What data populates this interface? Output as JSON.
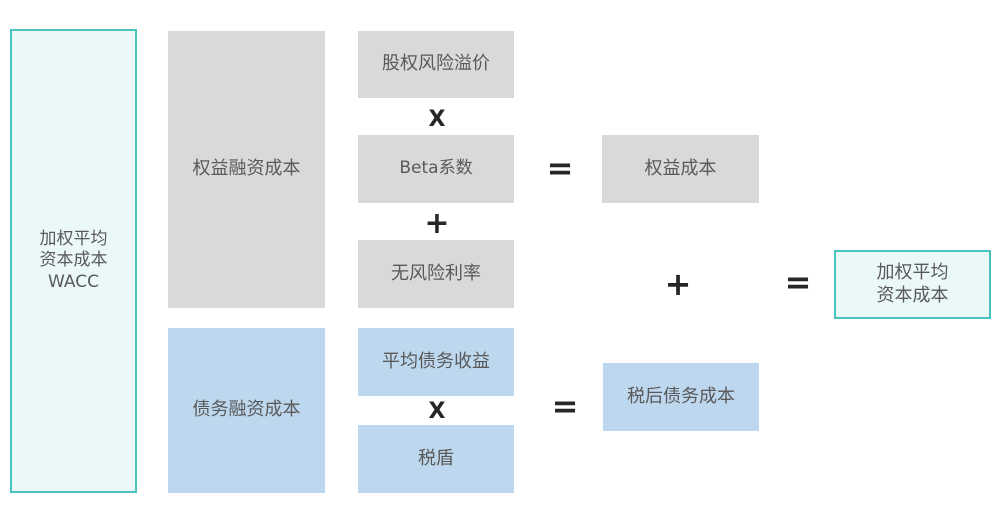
{
  "wacc_left": "加权平均\n资本成本\nWACC",
  "equity": {
    "label": "权益融资成本",
    "risk_premium": "股权风险溢价",
    "beta": "Beta系数",
    "risk_free": "无风险利率",
    "cost": "权益成本"
  },
  "debt": {
    "label": "债务融资成本",
    "avg_yield": "平均债务收益",
    "tax_shield": "税盾",
    "cost": "税后债务成本"
  },
  "wacc_result": "加权平均\n资本成本",
  "operators": {
    "multiply": "X",
    "plus": "+",
    "equals": "="
  }
}
